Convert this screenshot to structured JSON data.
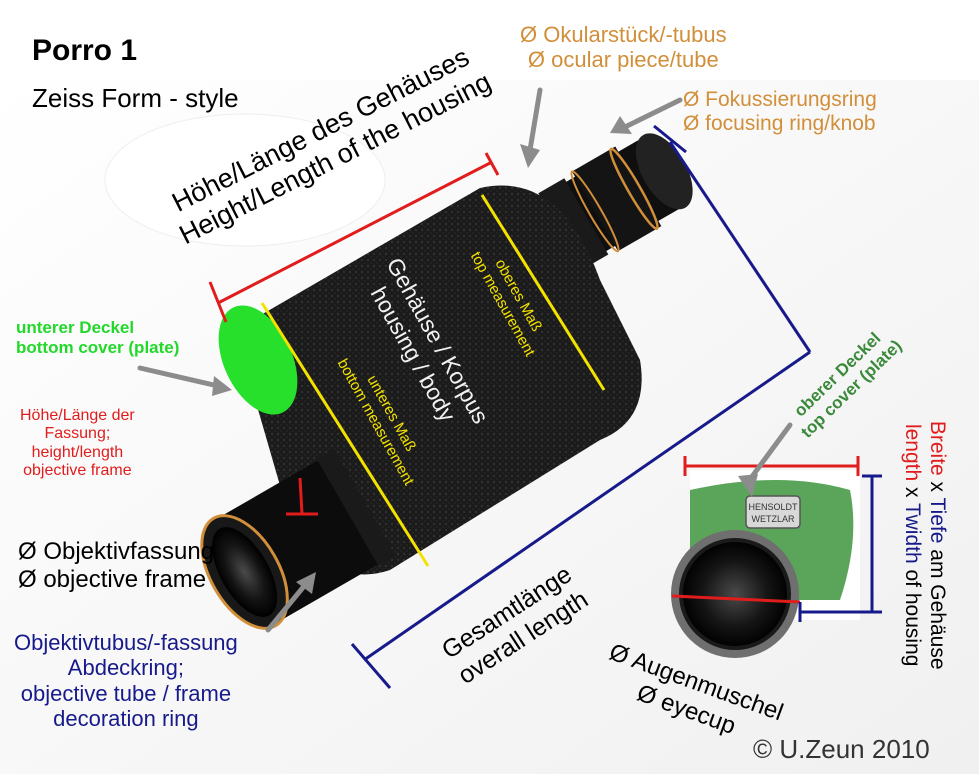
{
  "title": "Porro 1",
  "subtitle": "Zeiss Form - style",
  "labels": {
    "height_housing": [
      "Höhe/Länge des Gehäuses",
      "Height/Length of the housing"
    ],
    "ocular": [
      "Ø Okularstück/-tubus",
      "Ø ocular piece/tube"
    ],
    "focus": [
      "Ø Fokussierungsring",
      "Ø focusing ring/knob"
    ],
    "top_measure": [
      "oberes Maß",
      "top measurement"
    ],
    "body": [
      "Gehäuse / Korpus",
      "housing / body"
    ],
    "bottom_measure": [
      "unteres Maß",
      "bottom measurement"
    ],
    "bottom_cover": [
      "unterer Deckel",
      "bottom cover (plate)"
    ],
    "frame_height": [
      "Höhe/Länge der",
      "Fassung;",
      "height/length",
      "objective frame"
    ],
    "objective": [
      "Ø Objektivfassung",
      "Ø objective frame"
    ],
    "objtube": [
      "Objektivtubus/-fassung",
      "Abdeckring;",
      "objective tube / frame",
      "decoration ring"
    ],
    "overall": [
      "Gesamtlänge",
      "overall length"
    ],
    "eyecup": [
      "Ø Augenmuschel",
      "Ø eyecup"
    ],
    "top_cover": [
      "oberer Deckel",
      "top cover (plate)"
    ],
    "width": {
      "line1_a": "Breite",
      "line1_b": " x ",
      "line1_c": "Tiefe",
      "line1_d": " am Gehäuse",
      "line2_a": "length",
      "line2_b": " x ",
      "line2_c": "Twidth",
      "line2_d": " of housing"
    }
  },
  "badge": [
    "HENSOLDT",
    "WETZLAR"
  ],
  "copyright": "© U.Zeun 2010",
  "colors": {
    "red": "#e11c1c",
    "blue": "#171a8a",
    "orange": "#d28f3a",
    "yellow": "#f3e200",
    "green": "#22d92a",
    "dark_green": "#3b8a3b"
  }
}
